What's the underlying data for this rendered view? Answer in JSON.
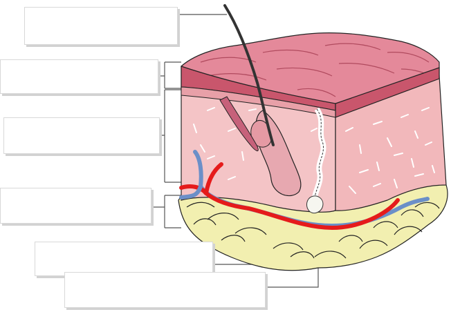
{
  "labels": [
    {
      "id": "label-hair",
      "text": ""
    },
    {
      "id": "label-epidermis",
      "text": ""
    },
    {
      "id": "label-dermis",
      "text": ""
    },
    {
      "id": "label-hypodermis",
      "text": ""
    },
    {
      "id": "label-fat-tissue",
      "text": ""
    },
    {
      "id": "label-sweat-gland",
      "text": ""
    }
  ],
  "colors": {
    "epidermis_top": "#e4899a",
    "epidermis_dark": "#c9566c",
    "dermis": "#f4c4c6",
    "dermis_side": "#f2b8bb",
    "fat": "#f2efb0",
    "artery": "#e51b1b",
    "vein": "#6b8fc8",
    "hair": "#333333",
    "leader": "#555555"
  }
}
